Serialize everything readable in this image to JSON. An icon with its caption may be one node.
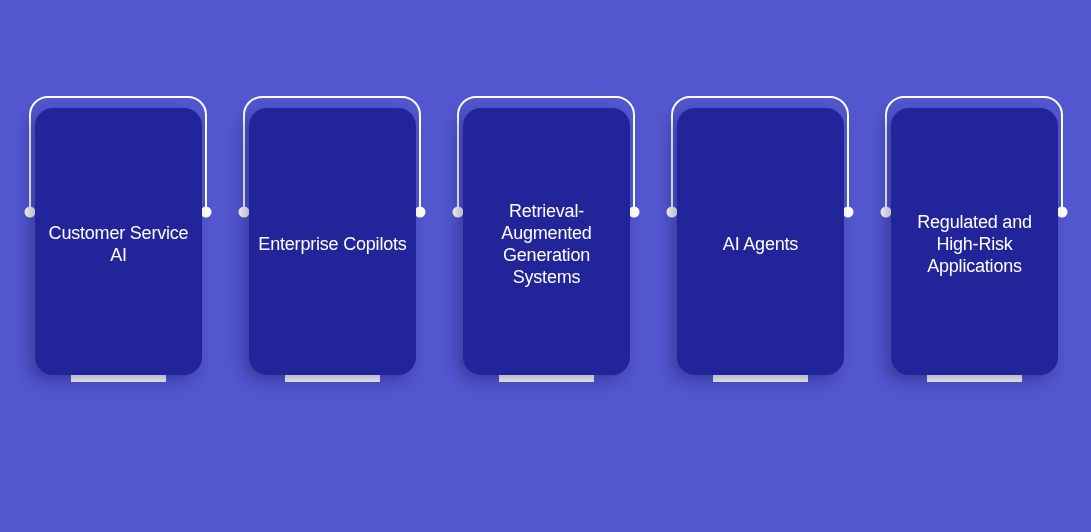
{
  "diagram": {
    "nodes": [
      {
        "text": [
          "Customer Service AI"
        ]
      },
      {
        "text": [
          "Enterprise Copilots"
        ]
      },
      {
        "text": [
          "Retrieval-Augmented Generation Systems"
        ]
      },
      {
        "text": [
          "AI Agents"
        ]
      },
      {
        "text": [
          "Regulated and High-Risk Applications"
        ]
      }
    ]
  }
}
